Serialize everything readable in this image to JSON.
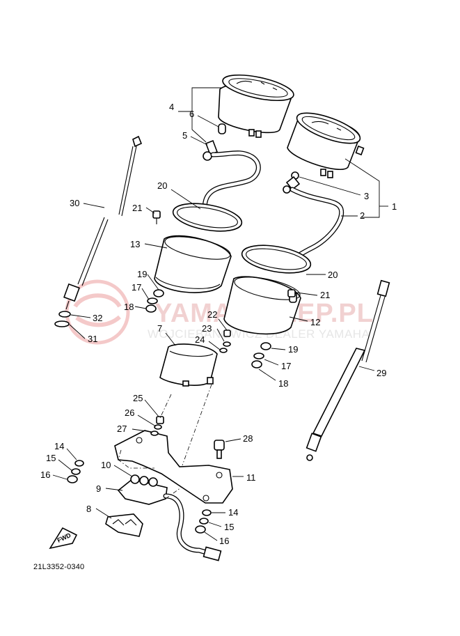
{
  "watermark": {
    "title": "YAMA-SKLEP.PL",
    "subtitle": "WOJCIEBANOWICZ DEALER YAMAHA"
  },
  "fwd_label": "FWD",
  "reference_code": "21L3352-0340",
  "callouts": {
    "c1": "1",
    "c2": "2",
    "c3": "3",
    "c4": "4",
    "c5": "5",
    "c6": "6",
    "c7": "7",
    "c8": "8",
    "c9": "9",
    "c10": "10",
    "c11": "11",
    "c12": "12",
    "c13": "13",
    "c14a": "14",
    "c14b": "14",
    "c15a": "15",
    "c15b": "15",
    "c16a": "16",
    "c16b": "16",
    "c17a": "17",
    "c17b": "17",
    "c18a": "18",
    "c18b": "18",
    "c19a": "19",
    "c19b": "19",
    "c20a": "20",
    "c20b": "20",
    "c21a": "21",
    "c21b": "21",
    "c22": "22",
    "c23": "23",
    "c24": "24",
    "c25": "25",
    "c26": "26",
    "c27": "27",
    "c28": "28",
    "c29": "29",
    "c30": "30",
    "c31": "31",
    "c32": "32"
  }
}
